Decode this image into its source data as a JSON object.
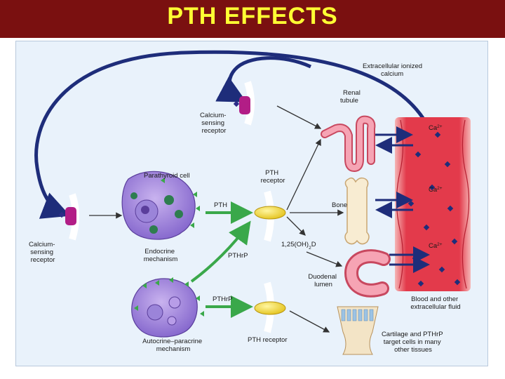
{
  "title": "PTH EFFECTS",
  "colors": {
    "title_bg": "#7a1010",
    "title_text": "#ffff33",
    "panel_bg": "#e9f2fb",
    "arrow_navy": "#1e2d7a",
    "arrow_green": "#3aa84a",
    "vessel": "#e33a4b"
  },
  "labels": {
    "extracellular_1": "Extracellular ionized",
    "extracellular_2": "calcium",
    "casr_top_1": "Calcium-",
    "casr_top_2": "sensing",
    "casr_top_3": "receptor",
    "renal_1": "Renal",
    "renal_2": "tubule",
    "parathyroid_cell": "Parathyroid cell",
    "pth_receptor_top_1": "PTH",
    "pth_receptor_top_2": "receptor",
    "pth": "PTH",
    "bone": "Bone",
    "casr_left_1": "Calcium-",
    "casr_left_2": "sensing",
    "casr_left_3": "receptor",
    "endocrine_1": "Endocrine",
    "endocrine_2": "mechanism",
    "pthrp_mid": "PTHrP",
    "vitd_main": "1,25(OH)",
    "vitd_sub": "2",
    "vitd_tail": "D",
    "duodenal_1": "Duodenal",
    "duodenal_2": "lumen",
    "pthrp_low": "PTHrP",
    "autocrine_1": "Autocrine–paracrine",
    "autocrine_2": "mechanism",
    "pth_receptor_bottom": "PTH receptor",
    "blood_1": "Blood and other",
    "blood_2": "extracellular fluid",
    "cartilage_1": "Cartilage and PTHrP",
    "cartilage_2": "target cells in many",
    "cartilage_3": "other tissues",
    "ca_ion": "Ca",
    "ca_charge": "2+"
  }
}
